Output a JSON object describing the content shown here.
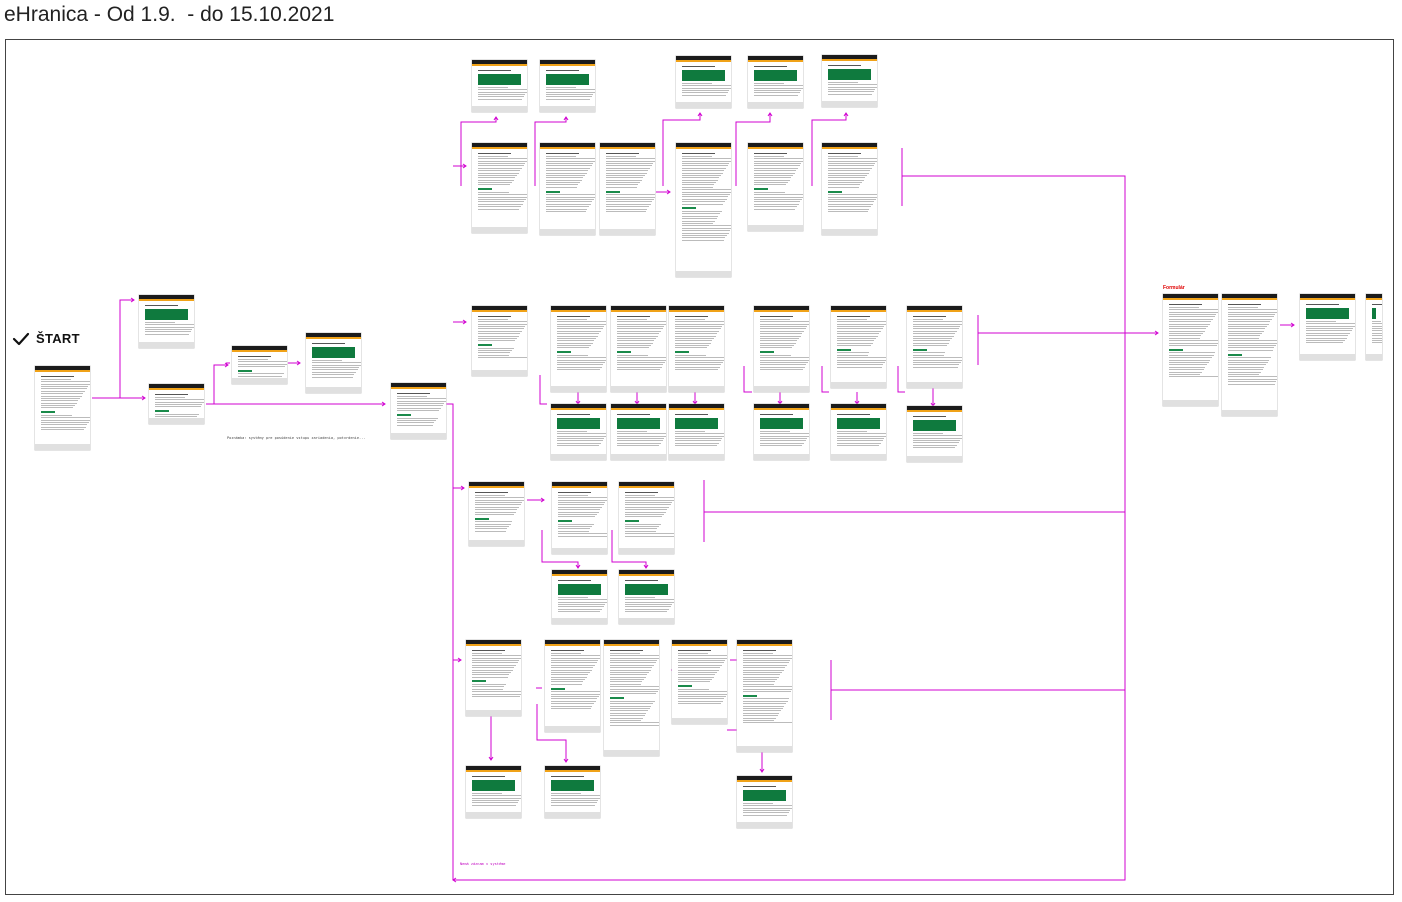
{
  "title": "eHranica - Od 1.9.  - do 15.10.2021",
  "start_label": "ŠTART",
  "annotations": {
    "form_label": "Formulár",
    "start_caption": "Poznámka: systémy pre posúdenie vstupu zariadenia, potvrdenie...",
    "end_note": "Nemá záznam v systéme"
  }
}
